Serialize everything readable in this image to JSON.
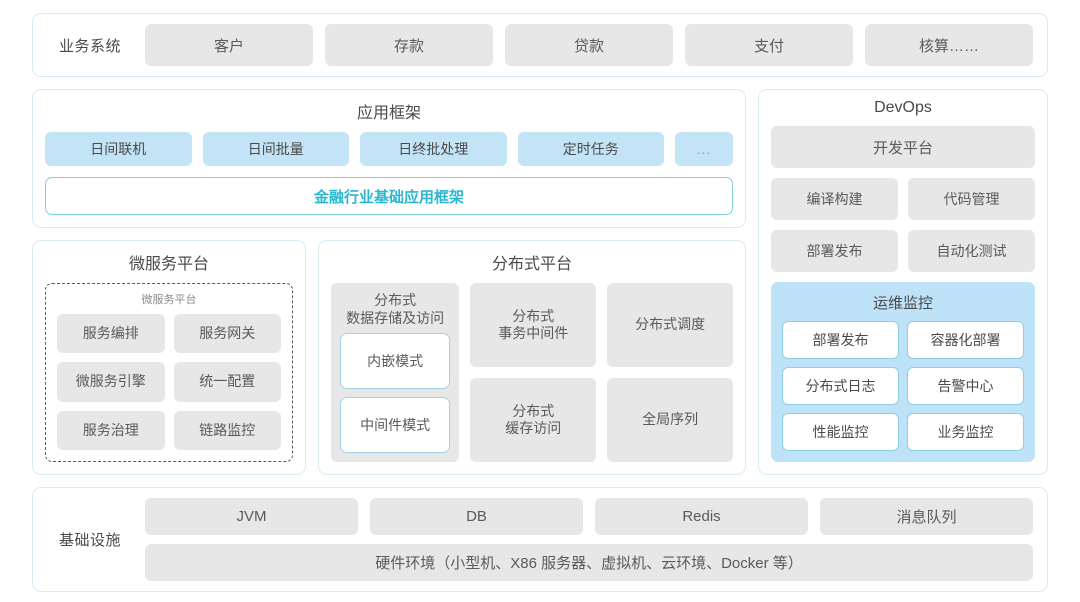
{
  "colors": {
    "panel_border": "#d6ecf3",
    "gray_card": "#e7e7e7",
    "blue_chip": "#c3e4f7",
    "teal_accent": "#2ab7cf",
    "ops_bg": "#bee2f7",
    "page_bg": "#ffffff"
  },
  "business_systems": {
    "label": "业务系统",
    "items": [
      "客户",
      "存款",
      "贷款",
      "支付",
      "核算……"
    ]
  },
  "app_framework": {
    "title": "应用框架",
    "chips": [
      "日间联机",
      "日间批量",
      "日终批处理",
      "定时任务",
      "..."
    ],
    "framework_bar": "金融行业基础应用框架"
  },
  "microservice_platform": {
    "title": "微服务平台",
    "inner_title": "微服务平台",
    "cells": [
      "服务编排",
      "服务网关",
      "微服务引擎",
      "统一配置",
      "服务治理",
      "链路监控"
    ]
  },
  "distributed_platform": {
    "title": "分布式平台",
    "storage": {
      "title": "分布式\n数据存储及访问",
      "modes": [
        "内嵌模式",
        "中间件模式"
      ]
    },
    "cells": [
      "分布式\n事务中间件",
      "分布式调度",
      "分布式\n缓存访问",
      "全局序列"
    ]
  },
  "devops": {
    "title": "DevOps",
    "platform": "开发平台",
    "rows": [
      [
        "编译构建",
        "代码管理"
      ],
      [
        "部署发布",
        "自动化测试"
      ]
    ],
    "ops_monitor": {
      "title": "运维监控",
      "cells": [
        "部署发布",
        "容器化部署",
        "分布式日志",
        "告警中心",
        "性能监控",
        "业务监控"
      ]
    }
  },
  "infrastructure": {
    "label": "基础设施",
    "items": [
      "JVM",
      "DB",
      "Redis",
      "消息队列"
    ],
    "hardware": "硬件环境（小型机、X86 服务器、虚拟机、云环境、Docker 等）"
  }
}
